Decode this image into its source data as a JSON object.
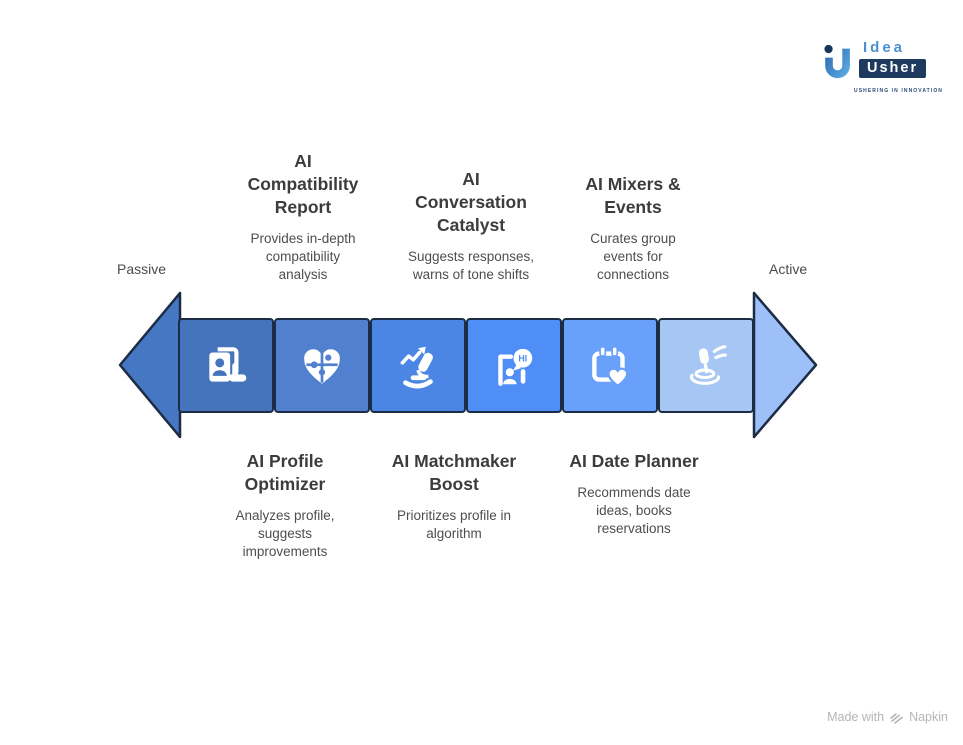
{
  "brand": {
    "name_top": "Idea",
    "name_bottom": "Usher",
    "tagline": "USHERING IN INNOVATION"
  },
  "spectrum": {
    "left_label": "Passive",
    "right_label": "Active"
  },
  "features_top": [
    {
      "title": "AI\nCompatibility\nReport",
      "desc": "Provides in-depth\ncompatibility\nanalysis"
    },
    {
      "title": "AI\nConversation\nCatalyst",
      "desc": "Suggests responses,\nwarns of tone shifts"
    },
    {
      "title": "AI Mixers &\nEvents",
      "desc": "Curates group\nevents for\nconnections"
    }
  ],
  "features_bottom": [
    {
      "title": "AI Profile\nOptimizer",
      "desc": "Analyzes profile,\nsuggests\nimprovements"
    },
    {
      "title": "AI Matchmaker\nBoost",
      "desc": "Prioritizes profile in\nalgorithm"
    },
    {
      "title": "AI Date Planner",
      "desc": "Recommends date\nideas, books\nreservations"
    }
  ],
  "segments": [
    {
      "icon": "profile-card-icon",
      "color": "#4573BC"
    },
    {
      "icon": "heart-puzzle-icon",
      "color": "#5080CE"
    },
    {
      "icon": "microscope-arrow-icon",
      "color": "#4C86E4"
    },
    {
      "icon": "person-hi-icon",
      "color": "#4F8DF7",
      "bubble_text": "HI"
    },
    {
      "icon": "calendar-heart-icon",
      "color": "#69A0F9"
    },
    {
      "icon": "mic-drop-icon",
      "color": "#A6C6F4"
    }
  ],
  "arrow": {
    "left_head_color": "#4677C3",
    "right_head_color": "#9DC0F9",
    "outline_color": "#1C2C44"
  },
  "footer": {
    "made_with": "Made with",
    "brand": "Napkin"
  }
}
